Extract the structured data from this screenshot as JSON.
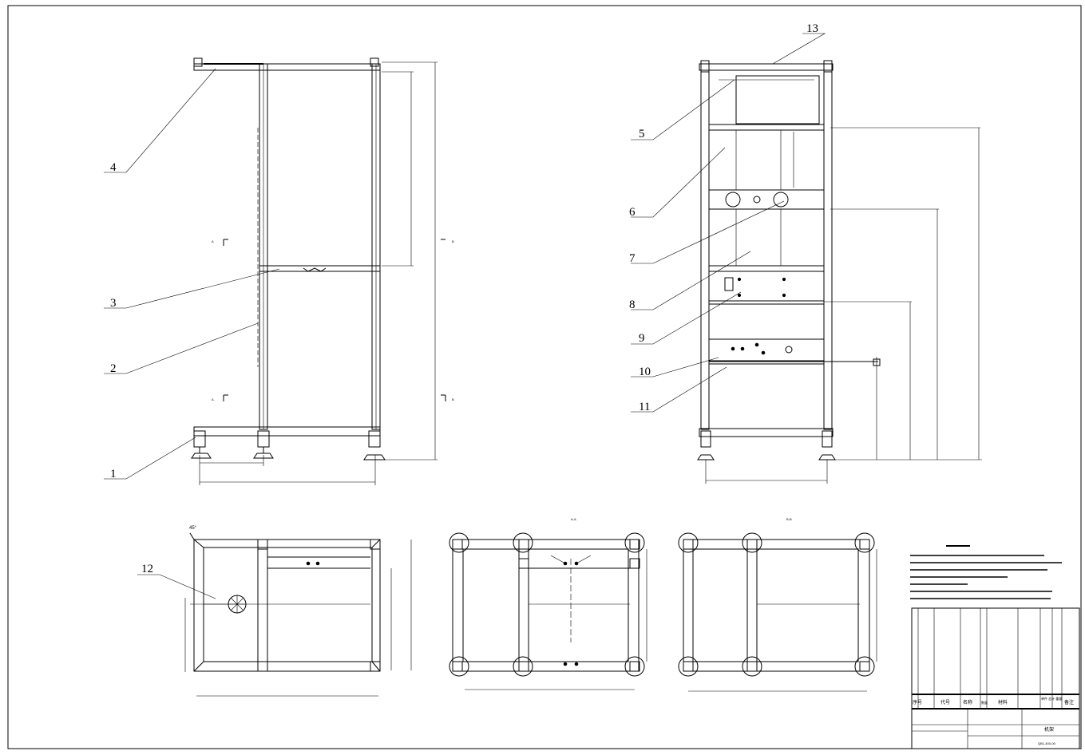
{
  "drawing": {
    "callouts": [
      {
        "label": "1"
      },
      {
        "label": "2"
      },
      {
        "label": "3"
      },
      {
        "label": "4"
      },
      {
        "label": "5"
      },
      {
        "label": "6"
      },
      {
        "label": "7"
      },
      {
        "label": "8"
      },
      {
        "label": "9"
      },
      {
        "label": "10"
      },
      {
        "label": "11"
      },
      {
        "label": "12"
      },
      {
        "label": "13"
      }
    ],
    "view_marks": {
      "left_view": "A",
      "right_view": "B",
      "section_a": "A-A",
      "section_b": "B-B"
    },
    "angle": "45°"
  },
  "title_block": {
    "part_name": "机架",
    "drawing_no": "QB1-400-00"
  },
  "bom": {
    "headers": [
      "序号",
      "代号",
      "名称",
      "数量",
      "材料",
      "单件 总计 重量",
      "备注"
    ]
  },
  "colors": {
    "line": "#000000",
    "background": "#ffffff"
  }
}
